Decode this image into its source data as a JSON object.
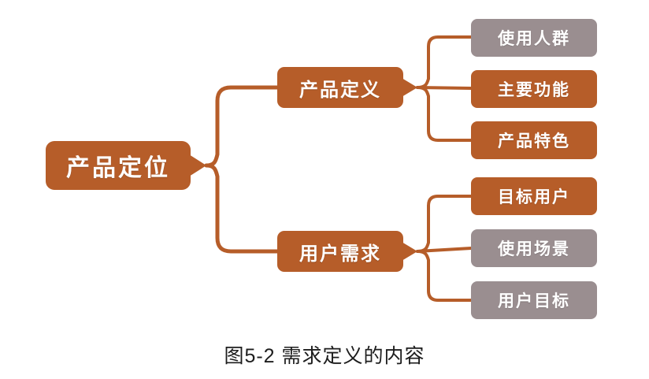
{
  "diagram": {
    "title": "需求定义的内容",
    "caption": "图5-2 需求定义的内容",
    "colors": {
      "accent_orange": "#b65d29",
      "muted_gray": "#9a8e90",
      "connector": "#b65d29",
      "node_text": "#ffffff",
      "caption_text": "#1d1d1d",
      "background": "#ffffff"
    },
    "root": {
      "label": "产品定位",
      "color": "#b65d29"
    },
    "branches": [
      {
        "label": "产品定义",
        "color": "#b65d29",
        "children": [
          {
            "label": "使用人群",
            "color": "#9a8e90"
          },
          {
            "label": "主要功能",
            "color": "#b65d29"
          },
          {
            "label": "产品特色",
            "color": "#b65d29"
          }
        ]
      },
      {
        "label": "用户需求",
        "color": "#b65d29",
        "children": [
          {
            "label": "目标用户",
            "color": "#b65d29"
          },
          {
            "label": "使用场景",
            "color": "#9a8e90"
          },
          {
            "label": "用户目标",
            "color": "#9a8e90"
          }
        ]
      }
    ]
  }
}
